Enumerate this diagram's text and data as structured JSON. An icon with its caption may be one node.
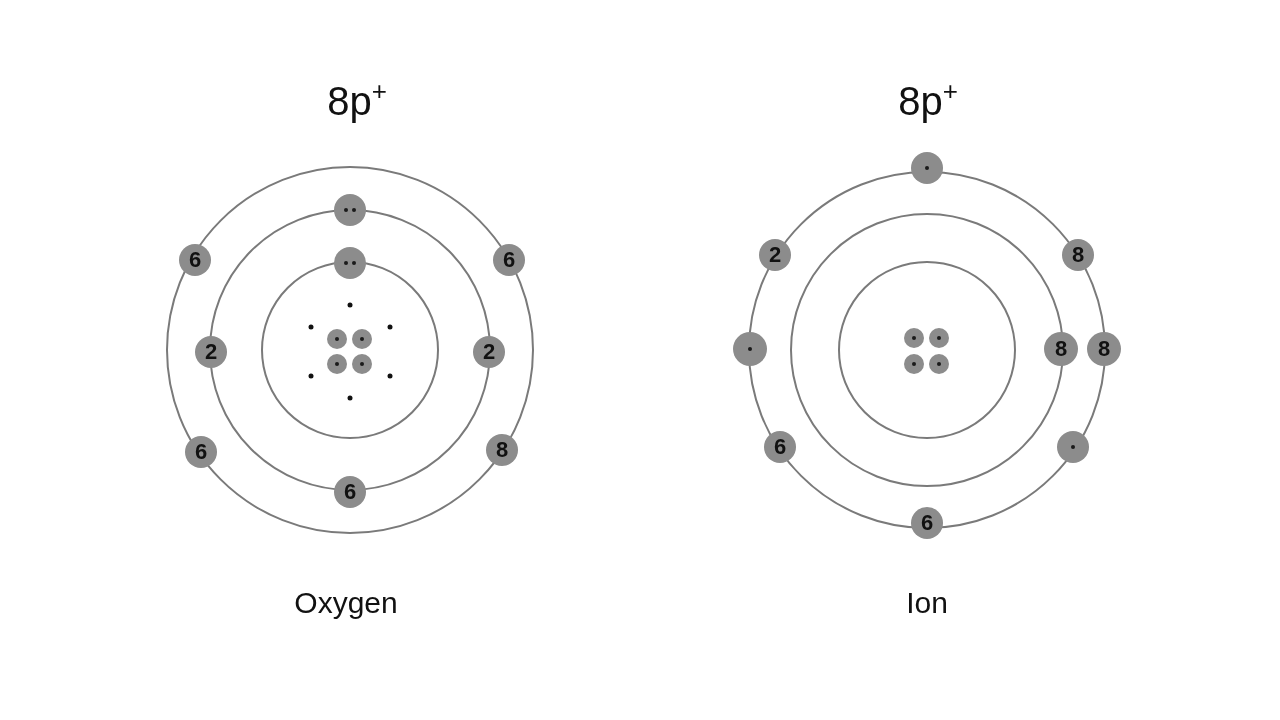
{
  "diagram": {
    "nodes": [
      {
        "text": [],
        "shape": "circle"
      },
      {
        "text": [
          "6"
        ]
      },
      {
        "text": [
          "6"
        ]
      },
      {
        "text": [],
        "shape": "circle"
      },
      {
        "text": [
          "2"
        ]
      },
      {
        "text": [
          "2"
        ]
      },
      {
        "text": [],
        "shape": "circle"
      },
      {
        "text": [],
        "shape": "circle"
      },
      {
        "text": [],
        "shape": "circle"
      },
      {
        "text": [],
        "shape": "circle"
      },
      {
        "text": [
          "6"
        ]
      },
      {
        "text": [
          "8"
        ]
      },
      {
        "text": [
          "6"
        ]
      },
      {
        "text": [],
        "shape": "circle"
      },
      {
        "text": [
          "2"
        ]
      },
      {
        "text": [
          "8"
        ]
      },
      {
        "text": [],
        "shape": "circle"
      },
      {
        "text": [
          "8"
        ]
      },
      {
        "text": [
          "8"
        ]
      },
      {
        "text": [],
        "shape": "circle"
      },
      {
        "text": [],
        "shape": "circle"
      },
      {
        "text": [],
        "shape": "circle"
      },
      {
        "text": [],
        "shape": "circle"
      },
      {
        "text": [
          "6"
        ]
      },
      {
        "text": [],
        "shape": "circle"
      },
      {
        "text": [
          "6"
        ]
      }
    ],
    "labels": [
      "8p$^{+}$",
      "8p$^{+}$",
      "Oxygen",
      "Ion"
    ]
  }
}
